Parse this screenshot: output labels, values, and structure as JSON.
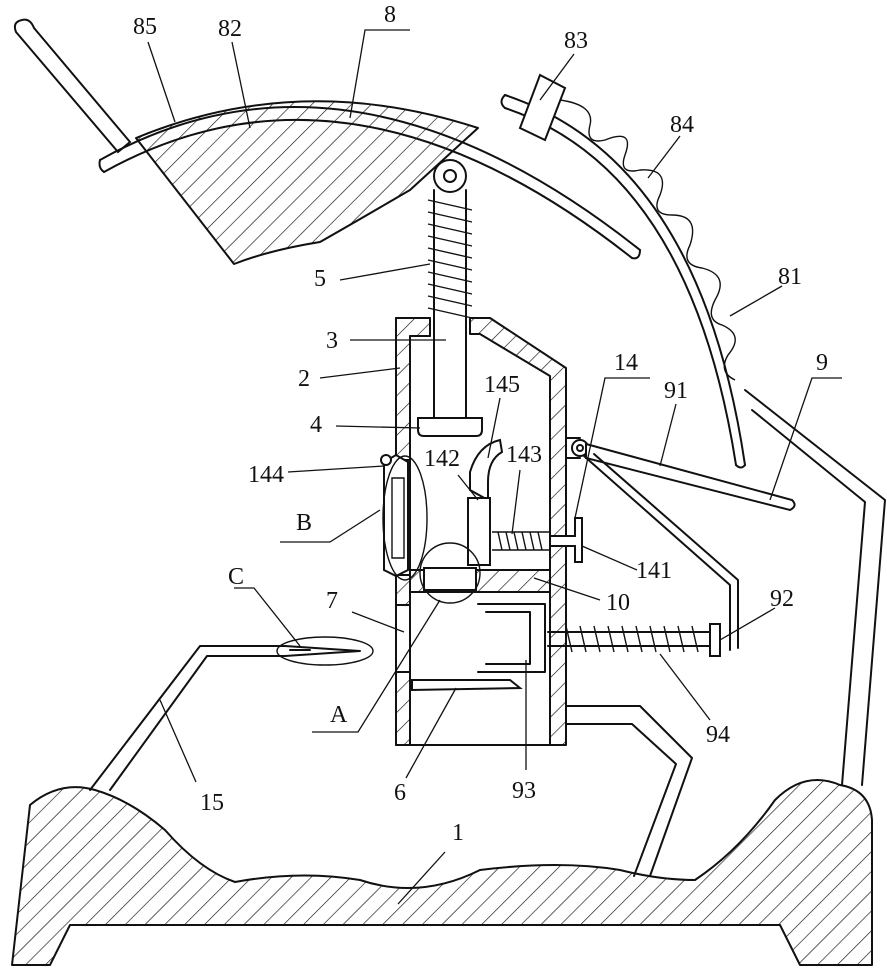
{
  "labels": {
    "l85": "85",
    "l82": "82",
    "l8": "8",
    "l83": "83",
    "l84": "84",
    "l81": "81",
    "l5": "5",
    "l3": "3",
    "l2": "2",
    "l4": "4",
    "l145": "145",
    "l14": "14",
    "l91": "91",
    "l9": "9",
    "l144": "144",
    "l142": "142",
    "l143": "143",
    "lB": "B",
    "l141": "141",
    "lC": "C",
    "l7": "7",
    "l10": "10",
    "l92": "92",
    "lA": "A",
    "l94": "94",
    "l15": "15",
    "l6": "6",
    "l93": "93",
    "l1": "1"
  }
}
